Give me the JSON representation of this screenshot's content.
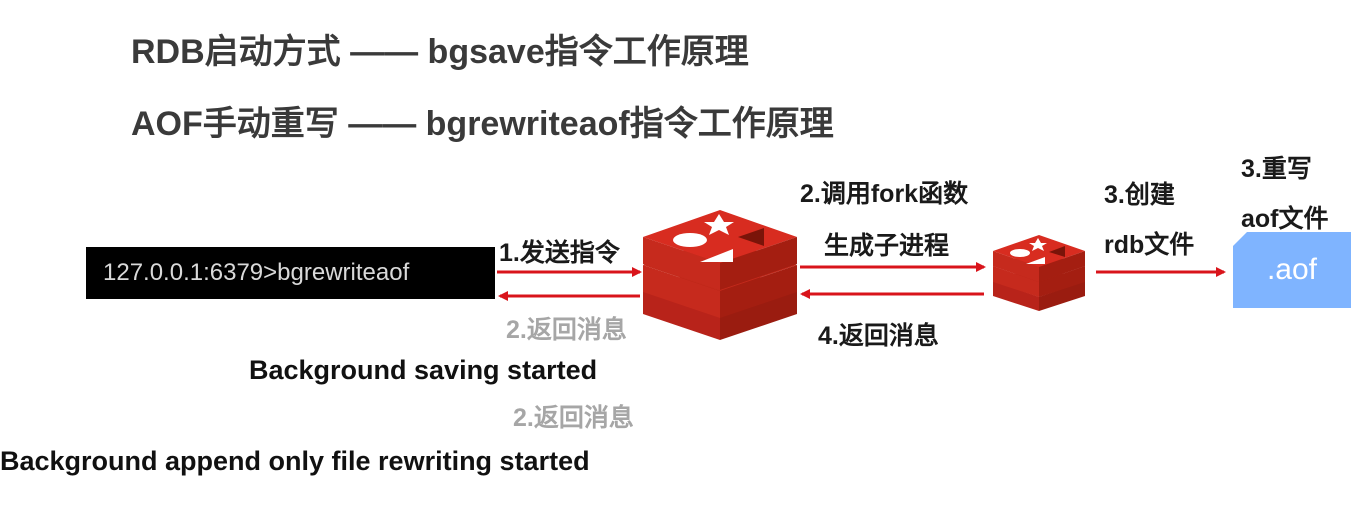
{
  "titles": {
    "line1": "RDB启动方式 —— bgsave指令工作原理",
    "line2": "AOF手动重写 —— bgrewriteaof指令工作原理"
  },
  "terminal": {
    "command": "127.0.0.1:6379>bgrewriteaof"
  },
  "steps": {
    "send": "1.发送指令",
    "return_client": "2.返回消息",
    "fork_line1": "2.调用fork函数",
    "fork_line2": "生成子进程",
    "return_child": "4.返回消息",
    "create_line1": "3.创建",
    "create_line2": "rdb文件",
    "rewrite_line1": "3.重写",
    "rewrite_line2": "aof文件",
    "return_second": "2.返回消息"
  },
  "messages": {
    "bgsave": "Background saving started",
    "bgrewrite": "Background append only file rewriting started"
  },
  "file": {
    "label": ".aof"
  },
  "colors": {
    "arrow": "#d9141b",
    "redis_red": "#d82c20",
    "redis_dark": "#a41e11",
    "file_blue": "#7fb4ff"
  }
}
